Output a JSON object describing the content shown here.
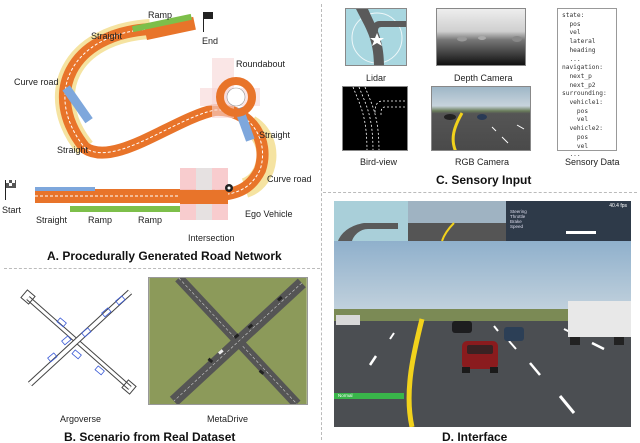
{
  "section_a": {
    "caption": "A. Procedurally Generated Road Network",
    "labels": {
      "ramp_top": "Ramp",
      "end": "End",
      "straight_top": "Straight",
      "roundabout": "Roundabout",
      "curve_left": "Curve road",
      "straight_right": "Straight",
      "straight_left": "Straight",
      "curve_right": "Curve road",
      "start": "Start",
      "ego": "Ego Vehicle",
      "straight_bottom": "Straight",
      "ramp_bottom_1": "Ramp",
      "ramp_bottom_2": "Ramp",
      "intersection": "Intersection"
    },
    "colors": {
      "orange": "#e8742a",
      "green": "#7dbf4a",
      "blue": "#7ea7dc",
      "yellow": "#f3dc8a",
      "pink": "#f7c6c9"
    }
  },
  "section_b": {
    "caption": "B. Scenario from Real Dataset",
    "argoverse": "Argoverse",
    "metadrive": "MetaDrive"
  },
  "section_c": {
    "caption": "C. Sensory Input",
    "lidar": "Lidar",
    "depth": "Depth Camera",
    "birdview": "Bird-view",
    "rgb": "RGB Camera",
    "sensor": "Sensory Data",
    "sensor_lines": [
      "state:",
      "  pos",
      "  vel",
      "  lateral",
      "  heading",
      "  ...",
      "navigation:",
      "  next_p",
      "  next_p2",
      "surrounding:",
      "  vehicle1:",
      "    pos",
      "    vel",
      "  vehicle2:",
      "    pos",
      "    vel",
      "  ..."
    ]
  },
  "section_d": {
    "caption": "D. Interface",
    "fps": "40.4 fps",
    "status": "Normal",
    "hud_rows": [
      "Steering",
      "Throttle",
      "Brake",
      "Speed"
    ]
  }
}
